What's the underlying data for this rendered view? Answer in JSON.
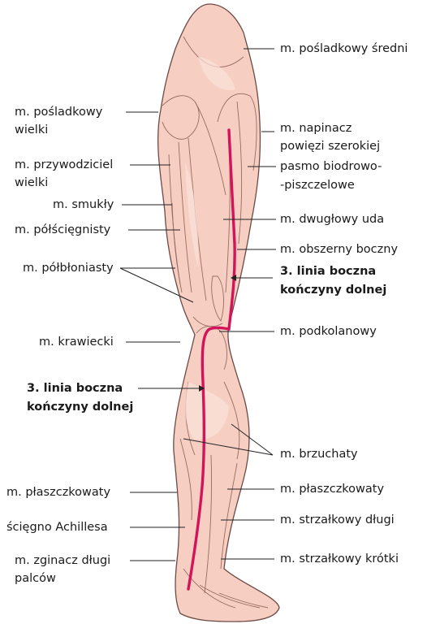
{
  "labels": {
    "glut_med": "m. pośladkowy średni",
    "glut_max_1": "m. pośladkowy",
    "glut_max_2": "wielki",
    "add_mag_1": "m. przywodziciel",
    "add_mag_2": "wielki",
    "gracilis": "m. smukły",
    "semitend": "m. półścięgnisty",
    "semimemb": "m. półbłoniasty",
    "sartorius": "m. krawiecki",
    "tfl_1": "m. napinacz",
    "tfl_2": "powięzi szerokiej",
    "itb_1": "pasmo biodrowo-",
    "itb_2": "-piszczelowe",
    "biceps": "m. dwugłowy uda",
    "vastus": "m. obszerny boczny",
    "line_r_1": "3. linia boczna",
    "line_r_2": "kończyny dolnej",
    "popliteus": "m. podkolanowy",
    "line_l_1": "3. linia boczna",
    "line_l_2": "kończyny dolnej",
    "gastro": "m. brzuchaty",
    "soleus_l": "m. płaszczkowaty",
    "soleus_r": "m. płaszczkowaty",
    "achilles": "ścięgno Achillesa",
    "peron_long": "m. strzałkowy długi",
    "fdl_1": "m. zginacz długi",
    "fdl_2": "palców",
    "peron_brev": "m. strzałkowy krótki"
  },
  "colors": {
    "skin": "#f6cfc2",
    "skin_dark": "#e9b1a0",
    "outline": "#6e4a45",
    "meridian": "#d4145a",
    "leader": "#222222"
  }
}
